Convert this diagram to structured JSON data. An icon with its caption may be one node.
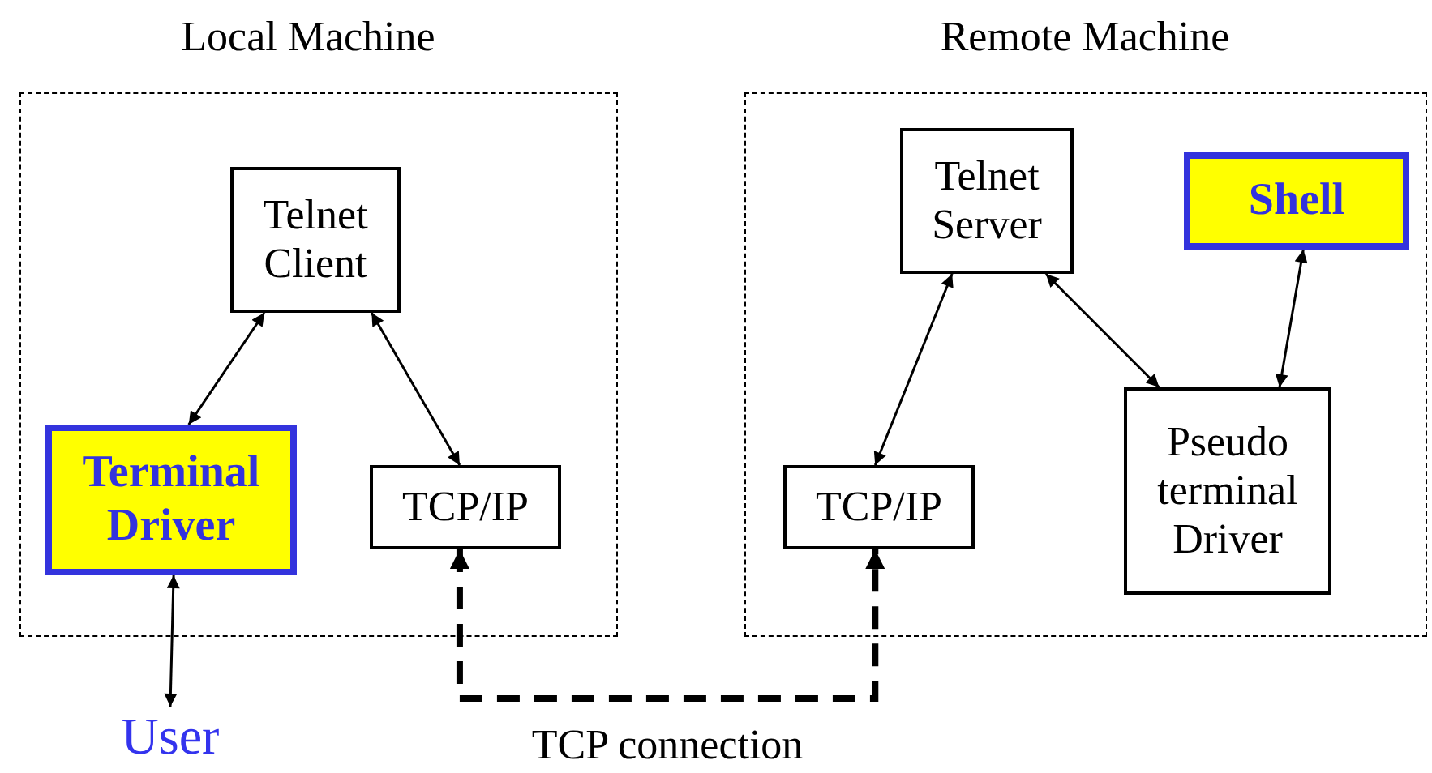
{
  "diagram": {
    "nodes": [
      {
        "text": [
          "Local Machine"
        ]
      },
      {
        "text": [
          "Telnet Client"
        ],
        "in": 0
      },
      {
        "text": [
          "Terminal Driver"
        ],
        "in": 0
      },
      {
        "text": [
          "TCP/IP"
        ],
        "in": 0
      },
      {
        "text": [
          "User"
        ]
      },
      {
        "text": [
          "Remote Machine"
        ]
      },
      {
        "text": [
          "Telnet Server"
        ],
        "in": 5
      },
      {
        "text": [
          "Shell"
        ],
        "in": 5
      },
      {
        "text": [
          "TCP/IP"
        ],
        "in": 5
      },
      {
        "text": [
          "Pseudo terminal Driver"
        ],
        "in": 5
      }
    ],
    "edges": [
      {
        "from": 1,
        "to": 2,
        "arrow": "both"
      },
      {
        "from": 1,
        "to": 3,
        "arrow": "both"
      },
      {
        "from": 2,
        "to": 4,
        "arrow": "both"
      },
      {
        "from": 6,
        "to": 8,
        "arrow": "both"
      },
      {
        "from": 6,
        "to": 9,
        "arrow": "both"
      },
      {
        "from": 7,
        "to": 9,
        "arrow": "both"
      },
      {
        "from": 3,
        "to": 8,
        "arrow": "both",
        "label": "TCP connection",
        "style": "dashed"
      }
    ]
  }
}
